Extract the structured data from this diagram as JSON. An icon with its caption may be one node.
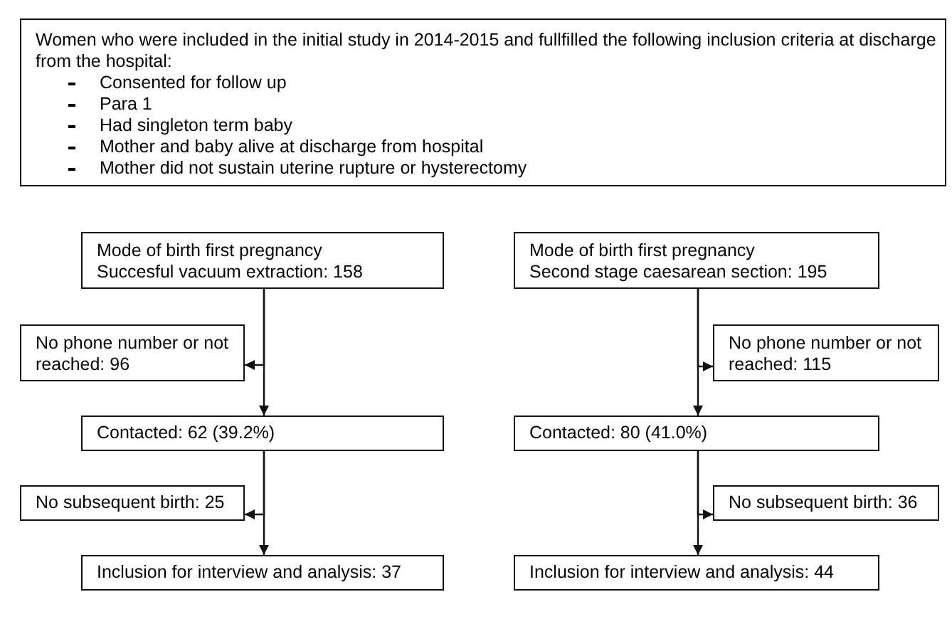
{
  "diagram": {
    "nodes": [
      {
        "text": [
          "Women who were included in the initial study in 2014-2015 and fullfilled the following inclusion criteria at discharge from the hospital:",
          "Consented for follow up",
          "Para 1",
          "Had singleton term baby",
          "Mother and baby alive at discharge from hospital",
          "Mother did not sustain uterine rupture or hysterectomy"
        ]
      },
      {
        "text": [
          "Mode of birth first pregnancy",
          "Succesful vacuum extraction: 158"
        ]
      },
      {
        "text": [
          "No phone number or not reached: 96"
        ]
      },
      {
        "text": [
          "Contacted: 62 (39.2%)"
        ]
      },
      {
        "text": [
          "No subsequent birth: 25"
        ]
      },
      {
        "text": [
          "Inclusion for interview and analysis: 37"
        ]
      },
      {
        "text": [
          "Mode of birth first pregnancy",
          "Second stage caesarean section: 195"
        ]
      },
      {
        "text": [
          "No phone number or not reached: 115"
        ]
      },
      {
        "text": [
          "Contacted: 80 (41.0%)"
        ]
      },
      {
        "text": [
          "No subsequent birth: 36"
        ]
      },
      {
        "text": [
          "Inclusion for interview and analysis: 44"
        ]
      }
    ],
    "edges": [
      {
        "from": 1,
        "to": 2,
        "arrow": "to"
      },
      {
        "from": 1,
        "to": 3,
        "arrow": "to"
      },
      {
        "from": 3,
        "to": 4,
        "arrow": "to"
      },
      {
        "from": 3,
        "to": 5,
        "arrow": "to"
      },
      {
        "from": 6,
        "to": 7,
        "arrow": "to"
      },
      {
        "from": 6,
        "to": 8,
        "arrow": "to"
      },
      {
        "from": 8,
        "to": 9,
        "arrow": "to"
      },
      {
        "from": 8,
        "to": 10,
        "arrow": "to"
      }
    ]
  }
}
